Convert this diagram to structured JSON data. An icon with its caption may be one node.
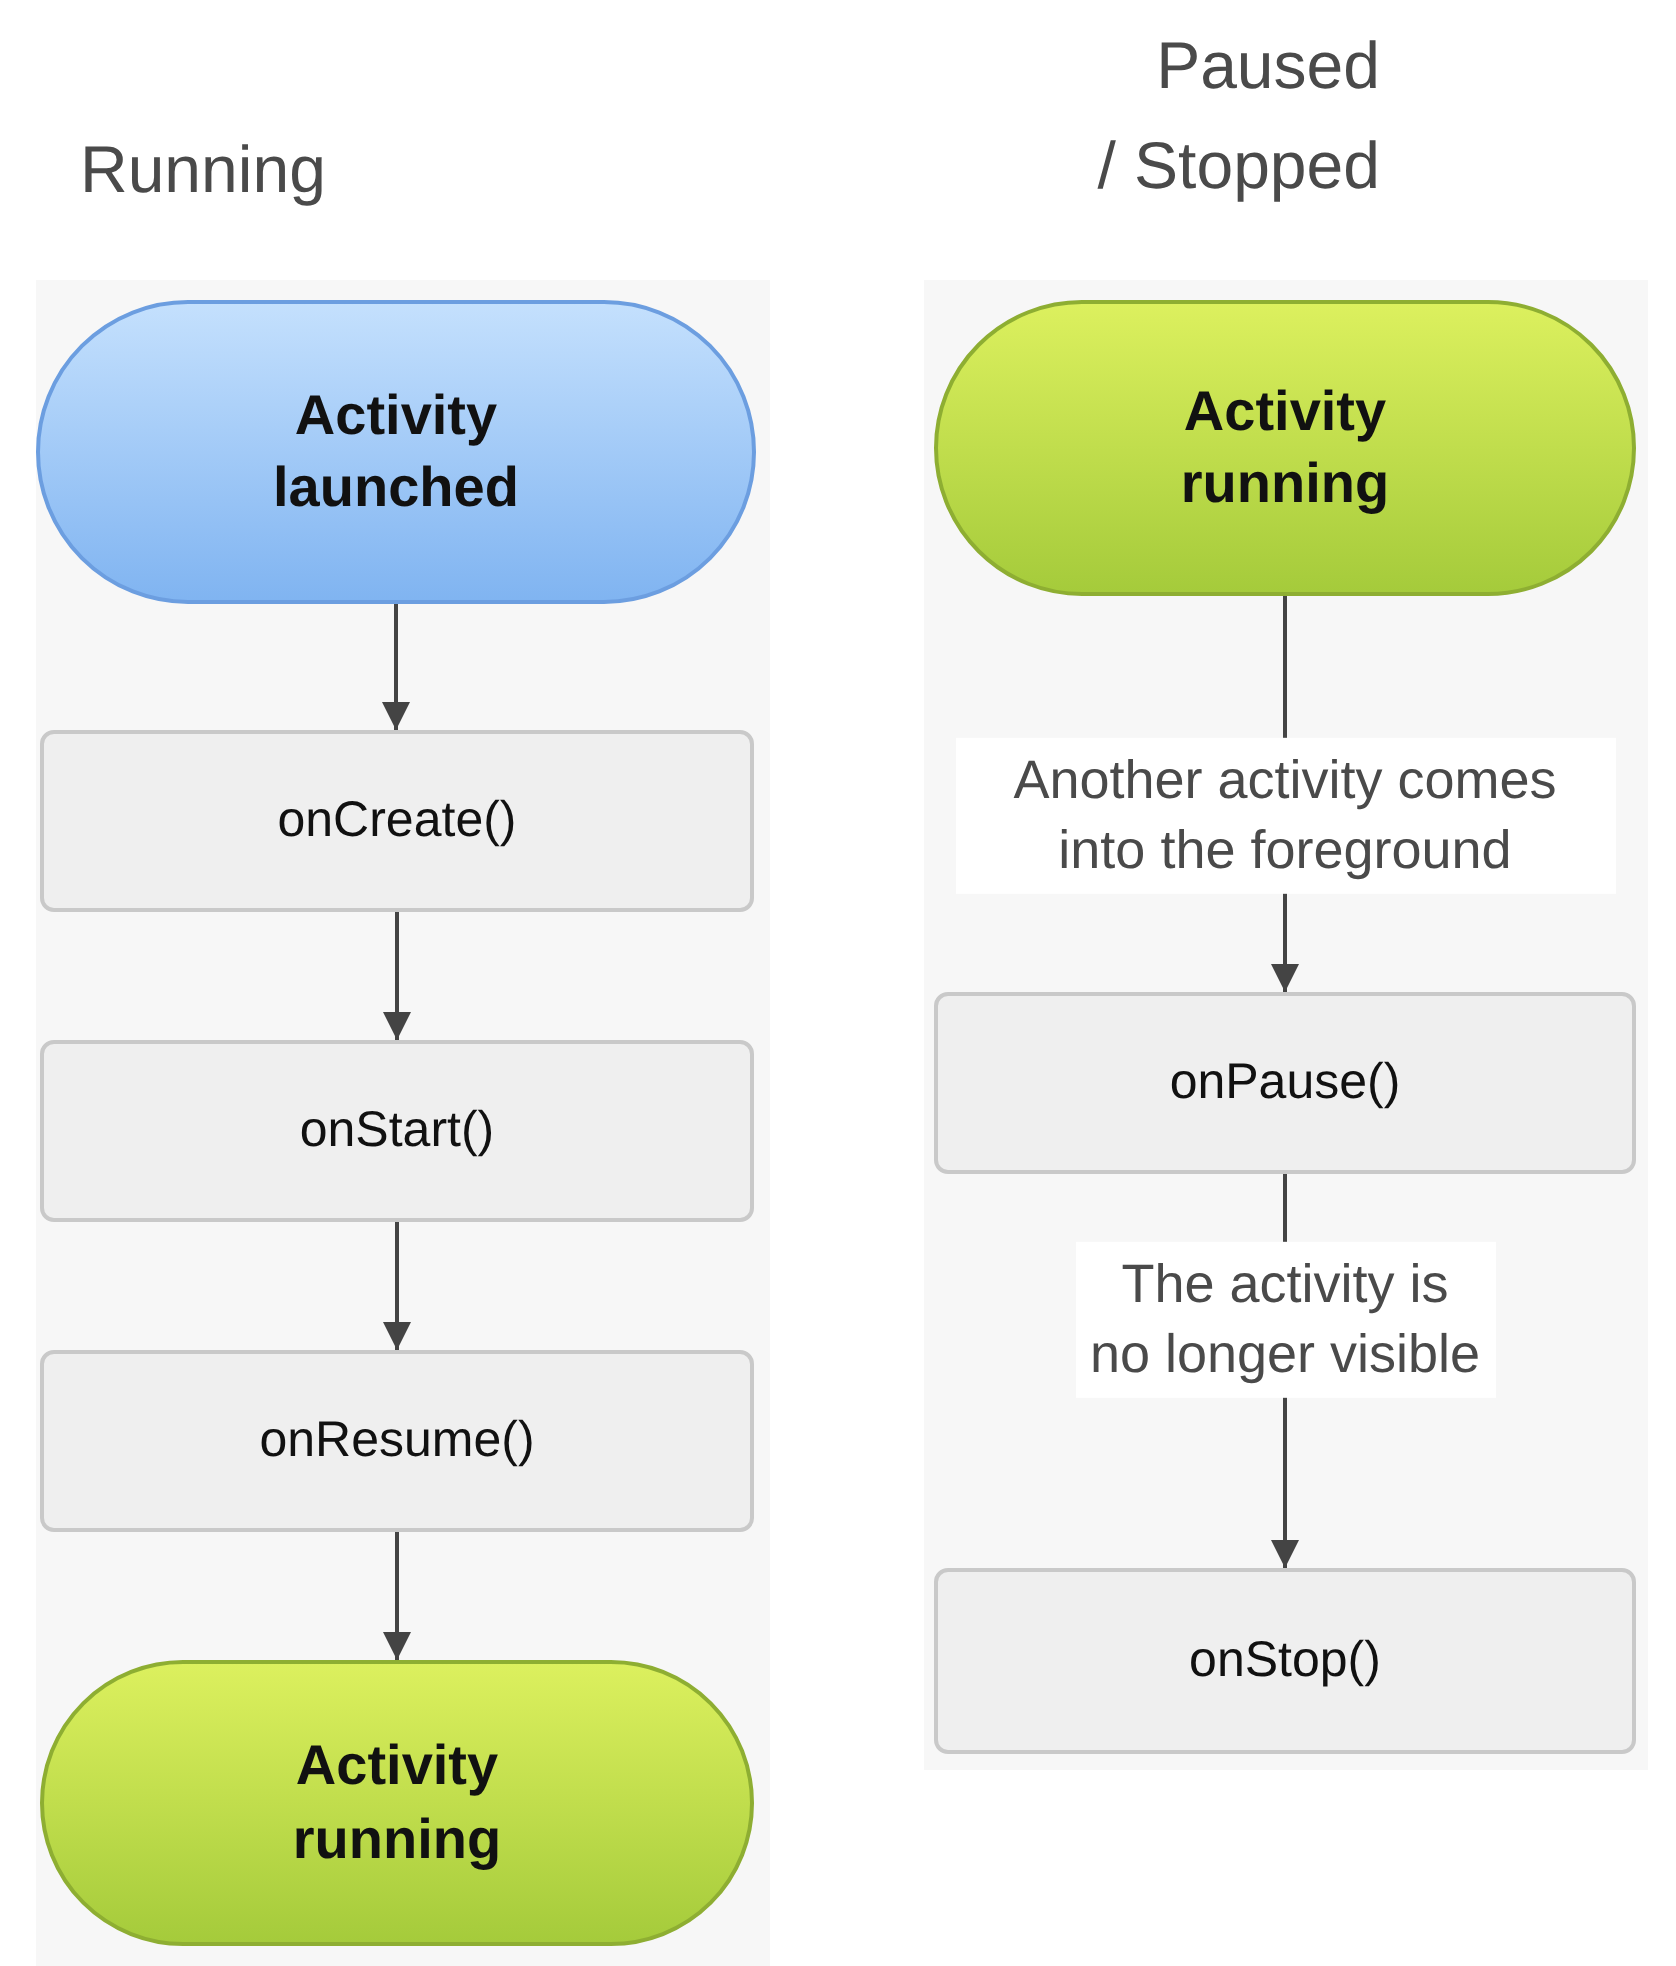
{
  "diagram": {
    "nodes": [
      {
        "text": [
          "Activity launched"
        ]
      },
      {
        "text": [
          "onCreate()"
        ]
      },
      {
        "text": [
          "onStart()"
        ]
      },
      {
        "text": [
          "onResume()"
        ]
      },
      {
        "text": [
          "Activity running"
        ]
      },
      {
        "text": [
          "Activity running"
        ]
      },
      {
        "text": [
          "onPause()"
        ]
      },
      {
        "text": [
          "onStop()"
        ]
      }
    ],
    "edges": [
      {
        "from": 0,
        "to": 1,
        "arrow": "to"
      },
      {
        "from": 1,
        "to": 2,
        "arrow": "to"
      },
      {
        "from": 2,
        "to": 3,
        "arrow": "to"
      },
      {
        "from": 3,
        "to": 4,
        "arrow": "to"
      },
      {
        "from": 5,
        "to": 6,
        "arrow": "to",
        "label": "Another activity comes into the foreground"
      },
      {
        "from": 6,
        "to": 7,
        "arrow": "to",
        "label": "The activity is no longer visible"
      }
    ],
    "labels": [
      "Running",
      "Paused / Stopped"
    ]
  }
}
